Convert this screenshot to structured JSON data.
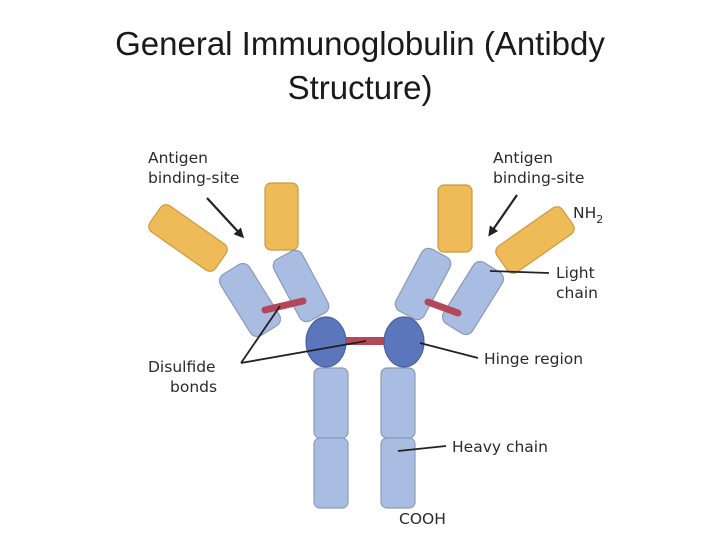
{
  "title": {
    "line1": "General Immunoglobulin (Antibdy",
    "line2": "Structure)"
  },
  "labels": {
    "antigen_left_1": "Antigen",
    "antigen_left_2": "binding-site",
    "antigen_right_1": "Antigen",
    "antigen_right_2": "binding-site",
    "nh2": "NH",
    "nh2_sub": "2",
    "light_1": "Light",
    "light_2": "chain",
    "disulfide_1": "Disulfide",
    "disulfide_2": "bonds",
    "hinge": "Hinge region",
    "heavy": "Heavy chain",
    "cooh": "COOH"
  },
  "colors": {
    "variable_region": "#efbb58",
    "constant_region": "#a9bde2",
    "hinge_region": "#5b76bb",
    "disulfide_bond": "#b44759",
    "outline": "#8c9ab8"
  }
}
